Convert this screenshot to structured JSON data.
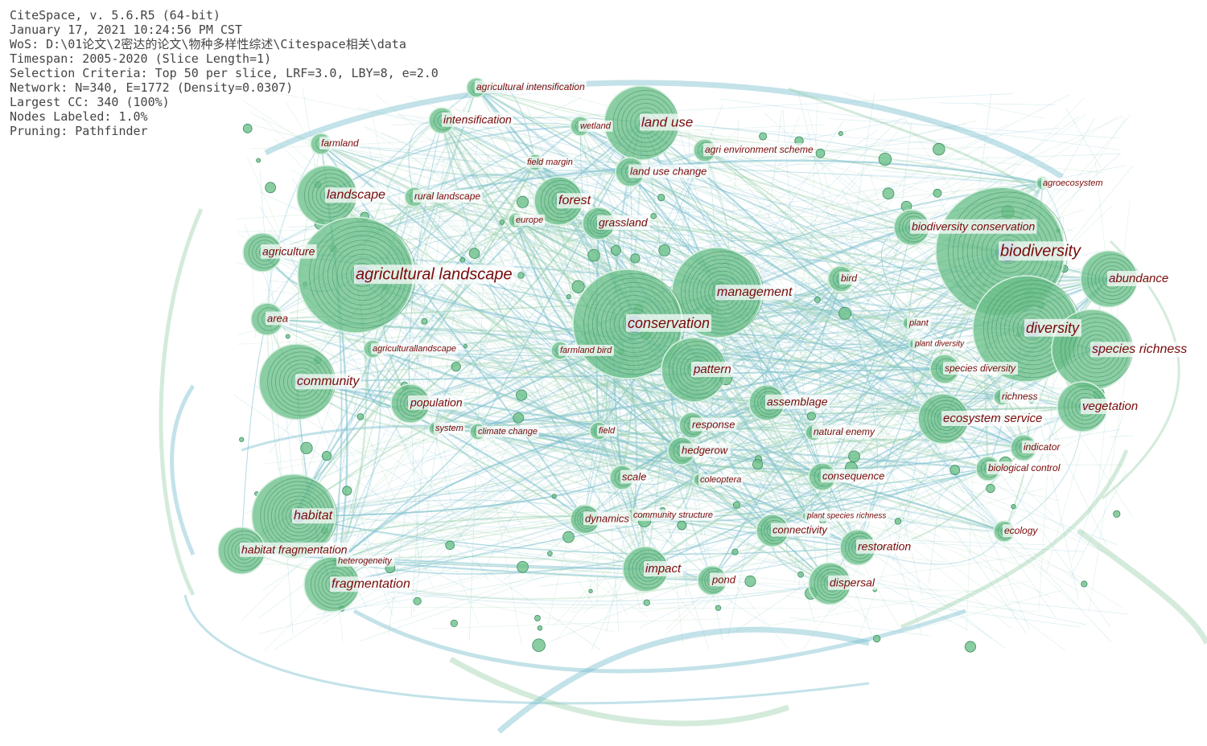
{
  "header": {
    "lines": [
      "CiteSpace, v. 5.6.R5 (64-bit)",
      "January 17, 2021 10:24:56 PM CST",
      "WoS: D:\\01论文\\2密达的论文\\物种多样性综述\\Citespace相关\\data",
      "Timespan: 2005-2020 (Slice Length=1)",
      "Selection Criteria: Top 50 per slice, LRF=3.0, LBY=8, e=2.0",
      "Network: N=340, E=1772 (Density=0.0307)",
      "Largest CC: 340 (100%)",
      "Nodes Labeled: 1.0%",
      "Pruning: Pathfinder"
    ]
  },
  "colors": {
    "node_fill": "#6cc08a",
    "node_ring": "#3f8d63",
    "node_core": "#5f8fa6",
    "edge_blue": "#7bbfcf",
    "edge_green": "#9fd3b0",
    "label": "#7a0a0a"
  },
  "network": {
    "keywords": [
      {
        "label": "agricultural intensification",
        "weight": 1
      },
      {
        "label": "intensification",
        "weight": 2
      },
      {
        "label": "wetland",
        "weight": 1
      },
      {
        "label": "land use",
        "weight": 6
      },
      {
        "label": "farmland",
        "weight": 1
      },
      {
        "label": "field margin",
        "weight": 1
      },
      {
        "label": "agri environment scheme",
        "weight": 2
      },
      {
        "label": "land use change",
        "weight": 2
      },
      {
        "label": "agroecosystem",
        "weight": 1
      },
      {
        "label": "landscape",
        "weight": 5
      },
      {
        "label": "rural landscape",
        "weight": 1
      },
      {
        "label": "forest",
        "weight": 4
      },
      {
        "label": "europe",
        "weight": 1
      },
      {
        "label": "grassland",
        "weight": 3
      },
      {
        "label": "biodiversity conservation",
        "weight": 3
      },
      {
        "label": "biodiversity",
        "weight": 10
      },
      {
        "label": "agriculture",
        "weight": 3
      },
      {
        "label": "agricultural landscape",
        "weight": 9
      },
      {
        "label": "management",
        "weight": 8
      },
      {
        "label": "bird",
        "weight": 2
      },
      {
        "label": "abundance",
        "weight": 5
      },
      {
        "label": "area",
        "weight": 2
      },
      {
        "label": "conservation",
        "weight": 9
      },
      {
        "label": "plant",
        "weight": 1
      },
      {
        "label": "diversity",
        "weight": 9
      },
      {
        "label": "agriculturallandscape",
        "weight": 1
      },
      {
        "label": "farmland bird",
        "weight": 1
      },
      {
        "label": "plant diversity",
        "weight": 1
      },
      {
        "label": "species richness",
        "weight": 7
      },
      {
        "label": "community",
        "weight": 7
      },
      {
        "label": "pattern",
        "weight": 6
      },
      {
        "label": "species diversity",
        "weight": 2
      },
      {
        "label": "richness",
        "weight": 1
      },
      {
        "label": "population",
        "weight": 3
      },
      {
        "label": "assemblage",
        "weight": 3
      },
      {
        "label": "vegetation",
        "weight": 4
      },
      {
        "label": "ecosystem service",
        "weight": 5
      },
      {
        "label": "response",
        "weight": 2
      },
      {
        "label": "system",
        "weight": 1
      },
      {
        "label": "climate change",
        "weight": 1
      },
      {
        "label": "field",
        "weight": 1
      },
      {
        "label": "natural enemy",
        "weight": 1
      },
      {
        "label": "hedgerow",
        "weight": 2
      },
      {
        "label": "indicator",
        "weight": 2
      },
      {
        "label": "biological control",
        "weight": 2
      },
      {
        "label": "scale",
        "weight": 2
      },
      {
        "label": "coleoptera",
        "weight": 1
      },
      {
        "label": "consequence",
        "weight": 2
      },
      {
        "label": "habitat",
        "weight": 8
      },
      {
        "label": "dynamics",
        "weight": 3
      },
      {
        "label": "community structure",
        "weight": 1
      },
      {
        "label": "plant species richness",
        "weight": 1
      },
      {
        "label": "connectivity",
        "weight": 3
      },
      {
        "label": "ecology",
        "weight": 2
      },
      {
        "label": "habitat fragmentation",
        "weight": 4
      },
      {
        "label": "restoration",
        "weight": 3
      },
      {
        "label": "heterogeneity",
        "weight": 1
      },
      {
        "label": "impact",
        "weight": 4
      },
      {
        "label": "pond",
        "weight": 3
      },
      {
        "label": "dispersal",
        "weight": 4
      },
      {
        "label": "fragmentation",
        "weight": 5
      }
    ]
  }
}
